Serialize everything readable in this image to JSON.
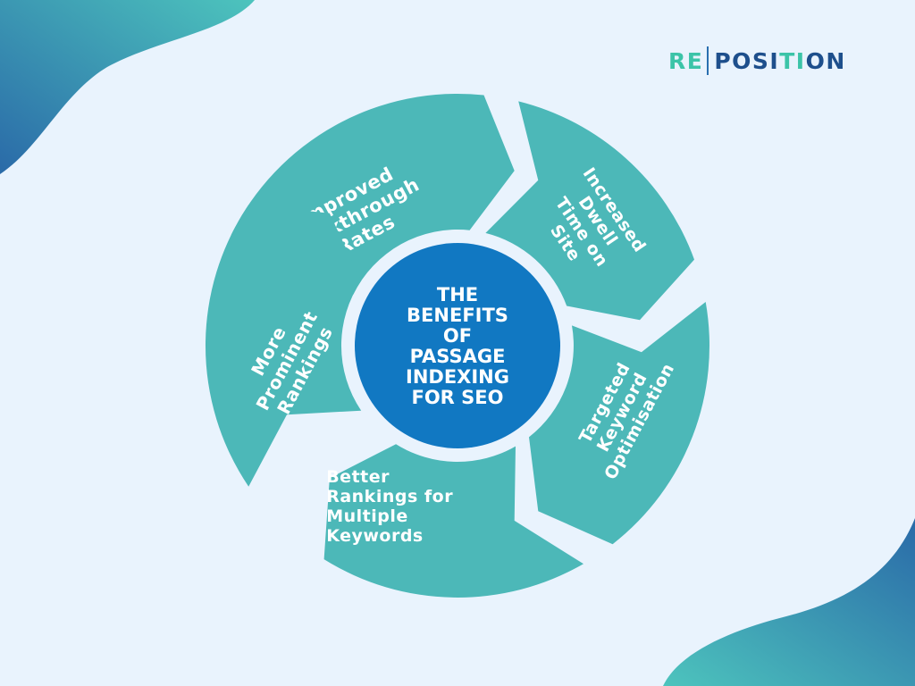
{
  "brand": {
    "logo_part1": "RE",
    "logo_part2": "POSI",
    "logo_part3": "TI",
    "logo_part4": "ON"
  },
  "diagram": {
    "center_lines": [
      "THE",
      "BENEFITS",
      "OF",
      "PASSAGE",
      "INDEXING",
      "FOR SEO"
    ],
    "segments": [
      {
        "lines": [
          "Improved",
          "Clickthrough",
          "Rates"
        ]
      },
      {
        "lines": [
          "Increased",
          "Dwell",
          "Time on",
          "Site"
        ]
      },
      {
        "lines": [
          "Targeted",
          "Keyword",
          "Optimisation"
        ]
      },
      {
        "lines": [
          "Better",
          "Rankings for",
          "Multiple",
          "Keywords"
        ]
      },
      {
        "lines": [
          "More",
          "Prominent",
          "Rankings"
        ]
      }
    ]
  },
  "colors": {
    "background": "#e9f3fd",
    "segment": "#4cb8b8",
    "center": "#1178c2",
    "corner_gradient_start": "#2a6aa8",
    "corner_gradient_end": "#4dc4bd",
    "text": "#ffffff"
  }
}
